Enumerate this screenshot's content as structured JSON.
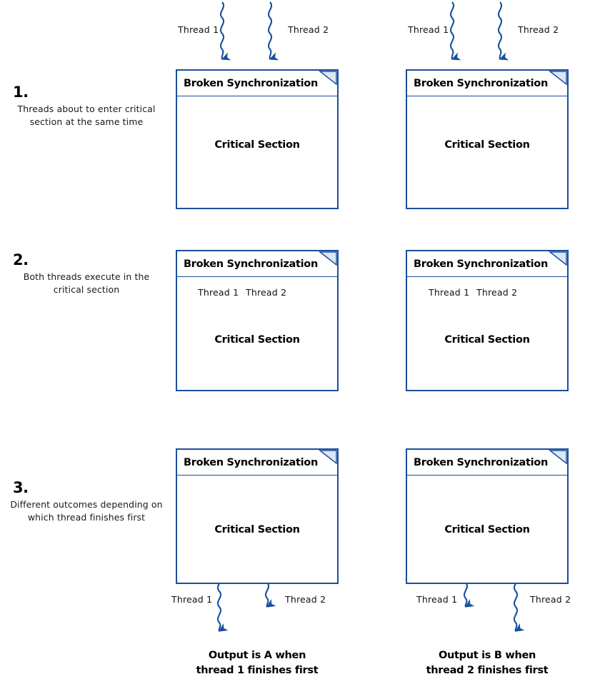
{
  "colors": {
    "accent_blue": "#1a4f9c",
    "fold_fill": "#dce6f5",
    "text": "#000000"
  },
  "steps": [
    {
      "number": "1.",
      "description": "Threads about to enter critical section at the same time"
    },
    {
      "number": "2.",
      "description": "Both threads execute in the critical section"
    },
    {
      "number": "3.",
      "description": "Different outcomes depending on which thread finishes first"
    }
  ],
  "box": {
    "title": "Broken Synchronization",
    "critical_section_label": "Critical Section",
    "fold_icon": "page-fold-corner-icon"
  },
  "threads": {
    "thread1": "Thread 1",
    "thread2": "Thread 2"
  },
  "arrows": {
    "icon": "squiggly-down-arrow-icon"
  },
  "outcomes": [
    {
      "line1": "Output is A when",
      "line2": "thread 1 finishes first"
    },
    {
      "line1": "Output is B when",
      "line2": "thread 2 finishes first"
    }
  ]
}
